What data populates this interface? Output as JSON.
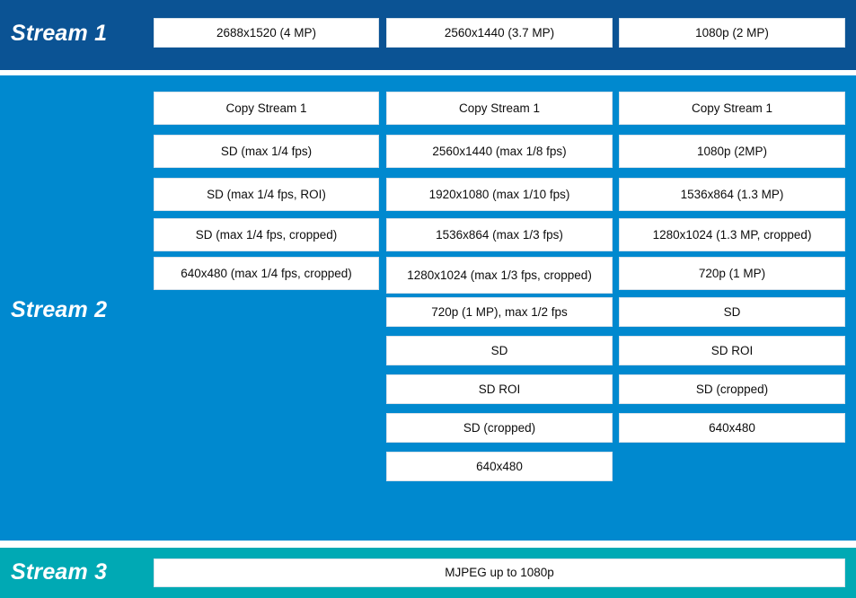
{
  "colors": {
    "stream1_band": "#0b5394",
    "stream2_band": "#0089cf",
    "stream3_band": "#00a9b4",
    "box_fill": "#ffffff",
    "label_text": "#ffffff",
    "box_text": "#0d0d0d"
  },
  "streams": {
    "stream1": {
      "label": "Stream 1",
      "columns": [
        {
          "items": [
            "2688x1520 (4 MP)"
          ]
        },
        {
          "items": [
            "2560x1440 (3.7 MP)"
          ]
        },
        {
          "items": [
            "1080p (2 MP)"
          ]
        }
      ]
    },
    "stream2": {
      "label": "Stream 2",
      "columns": [
        {
          "items": [
            "Copy Stream 1",
            "SD (max 1/4 fps)",
            "SD (max 1/4 fps, ROI)",
            "SD (max 1/4 fps, cropped)",
            "640x480 (max 1/4 fps, cropped)"
          ]
        },
        {
          "items": [
            "Copy Stream 1",
            "2560x1440 (max 1/8 fps)",
            "1920x1080 (max 1/10 fps)",
            "1536x864 (max 1/3 fps)",
            "1280x1024 (max 1/3 fps, cropped)",
            "720p (1 MP), max 1/2 fps",
            "SD",
            "SD ROI",
            "SD (cropped)",
            "640x480"
          ]
        },
        {
          "items": [
            "Copy Stream 1",
            "1080p (2MP)",
            "1536x864 (1.3 MP)",
            "1280x1024 (1.3 MP, cropped)",
            "720p (1 MP)",
            "SD",
            "SD ROI",
            "SD (cropped)",
            "640x480"
          ]
        }
      ]
    },
    "stream3": {
      "label": "Stream 3",
      "columns": [
        {
          "items": [
            "MJPEG up to 1080p"
          ]
        }
      ]
    }
  }
}
